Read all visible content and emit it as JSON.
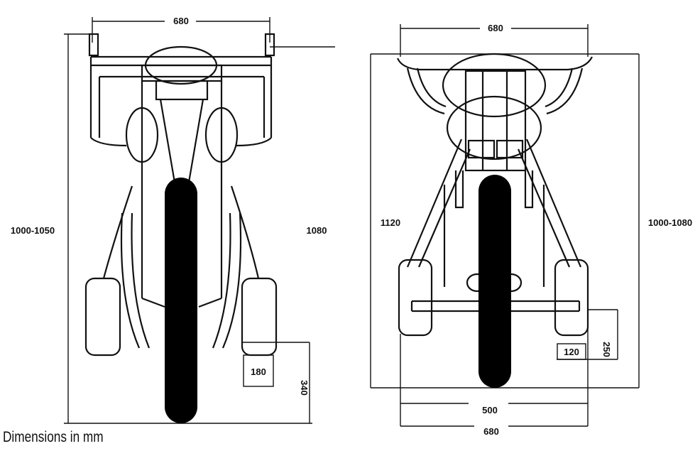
{
  "caption": "Dimensions in mm",
  "left_view": {
    "top_width": "680",
    "overall_height": "1000-1050",
    "inner_height": "1080",
    "wheel_width": "180",
    "wheel_offset": "340"
  },
  "right_view": {
    "top_width": "680",
    "inner_height": "1120",
    "overall_height": "1000-1080",
    "wheel_width": "120",
    "wheel_offset": "250",
    "track_inner": "500",
    "track_outer": "680"
  }
}
